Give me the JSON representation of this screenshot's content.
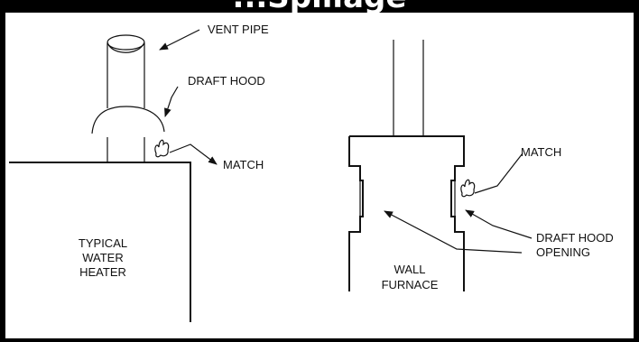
{
  "title": "...Spillage",
  "labels": {
    "vent_pipe": "VENT PIPE",
    "draft_hood": "DRAFT HOOD",
    "match_left": "MATCH",
    "match_right": "MATCH",
    "water_heater": [
      "TYPICAL",
      "WATER",
      "HEATER"
    ],
    "wall_furnace": [
      "WALL",
      "FURNACE"
    ],
    "draft_hood_opening": [
      "DRAFT HOOD",
      "OPENING"
    ]
  }
}
